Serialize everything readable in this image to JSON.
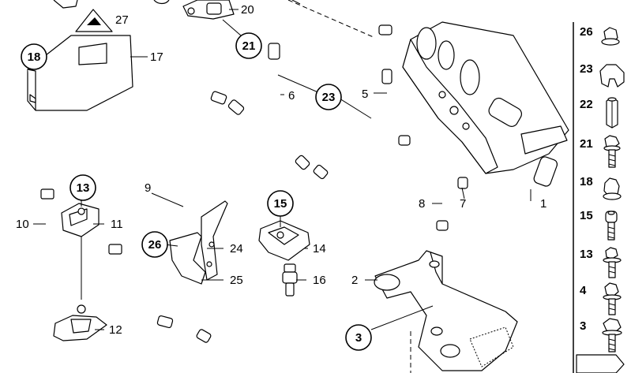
{
  "callouts": {
    "c18": "18",
    "c21": "21",
    "c23": "23",
    "c13": "13",
    "c15": "15",
    "c26": "26",
    "c3": "3",
    "p27": "27",
    "p17": "17",
    "p20": "20",
    "p6": "6",
    "p5": "5",
    "p1": "1",
    "p8": "8",
    "p7": "7",
    "p9": "9",
    "p10": "10",
    "p11": "11",
    "p24": "24",
    "p25": "25",
    "p14": "14",
    "p16": "16",
    "p2": "2",
    "p12": "12"
  },
  "legend": {
    "n26": "26",
    "n23": "23",
    "n22": "22",
    "n21": "21",
    "n18": "18",
    "n15": "15",
    "n13": "13",
    "n4": "4",
    "n3": "3"
  }
}
